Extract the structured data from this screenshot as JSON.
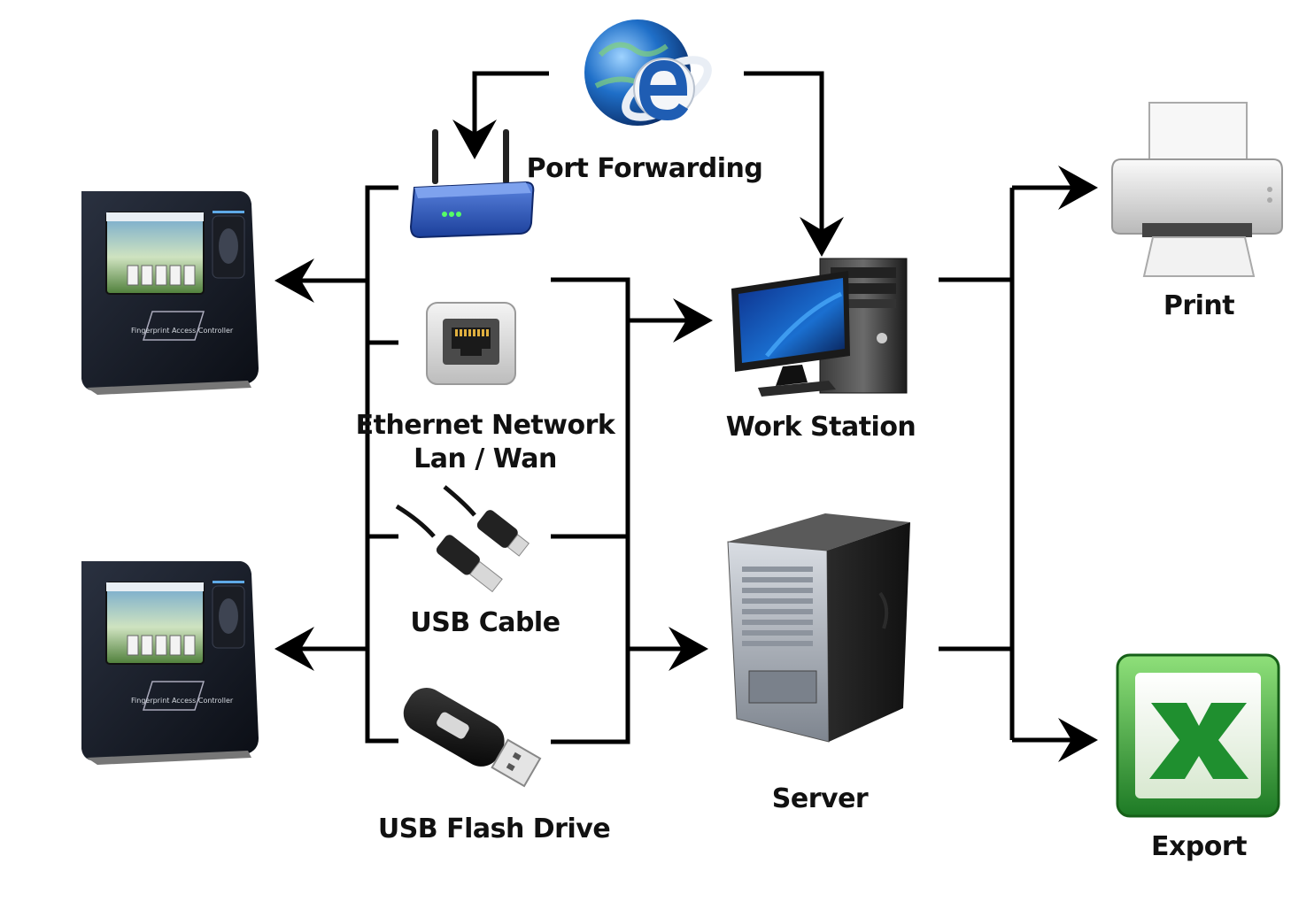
{
  "labels": {
    "port_forwarding": "Port Forwarding",
    "ethernet_line1": "Ethernet Network",
    "ethernet_line2": "Lan / Wan",
    "usb_cable": "USB Cable",
    "usb_flash_drive": "USB Flash Drive",
    "work_station": "Work Station",
    "server": "Server",
    "print": "Print",
    "export": "Export"
  },
  "device_screen": {
    "brand_text": "Fingerprint Access Controller"
  },
  "icons": {
    "terminal_top": "fingerprint-terminal-icon",
    "terminal_bottom": "fingerprint-terminal-icon",
    "internet": "internet-explorer-icon",
    "router": "wireless-router-icon",
    "ethernet": "ethernet-port-icon",
    "usb_cable": "usb-cable-icon",
    "usb_flash": "usb-flash-drive-icon",
    "workstation": "desktop-computer-icon",
    "server": "server-tower-icon",
    "printer": "printer-icon",
    "excel": "excel-icon"
  },
  "colors": {
    "connector": "#000000",
    "router_blue": "#2b57b8",
    "excel_green": "#1f8f2f",
    "globe_blue": "#1f6fc8"
  }
}
